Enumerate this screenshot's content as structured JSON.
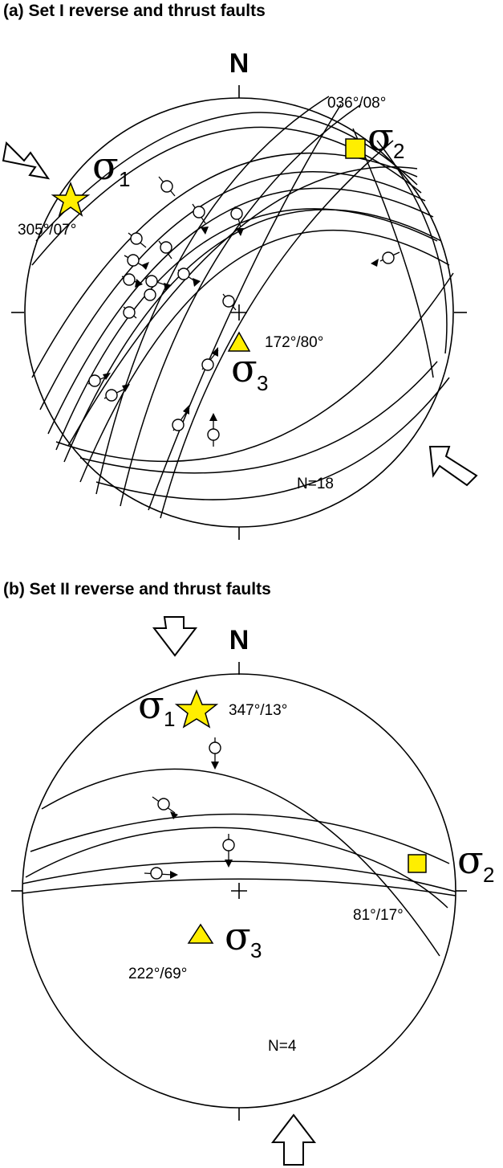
{
  "panel_a": {
    "title": "(a) Set I reverse and thrust faults",
    "north": "N",
    "sigma_symbol": "σ",
    "sigma1": {
      "subscript": "1",
      "orientation": "305°/07°"
    },
    "sigma2": {
      "subscript": "2",
      "orientation": "036°/08°"
    },
    "sigma3": {
      "subscript": "3",
      "orientation": "172°/80°"
    },
    "count": "N=18",
    "colors": {
      "stress_symbol": "#ffee00",
      "lines": "#000000"
    },
    "icons": [
      "compression-arrow-icon",
      "star-icon",
      "square-icon",
      "triangle-icon"
    ]
  },
  "panel_b": {
    "title": "(b) Set II reverse and thrust faults",
    "north": "N",
    "sigma_symbol": "σ",
    "sigma1": {
      "subscript": "1",
      "orientation": "347°/13°"
    },
    "sigma2": {
      "subscript": "2",
      "orientation": "81°/17°"
    },
    "sigma3": {
      "subscript": "3",
      "orientation": "222°/69°"
    },
    "count": "N=4",
    "colors": {
      "stress_symbol": "#ffee00",
      "lines": "#000000"
    },
    "icons": [
      "compression-arrow-icon",
      "star-icon",
      "square-icon",
      "triangle-icon"
    ]
  }
}
